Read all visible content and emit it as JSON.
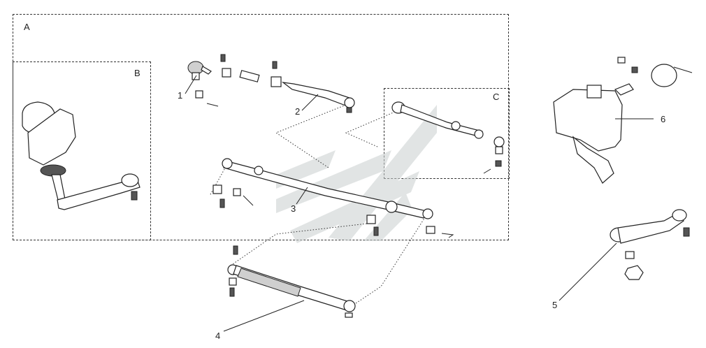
{
  "callouts": {
    "group_a": "A",
    "group_b": "B",
    "group_c": "C",
    "part_1": "1",
    "part_2": "2",
    "part_3": "3",
    "part_4": "4",
    "part_5": "5",
    "part_6": "6"
  },
  "icons": {
    "watermark": "watermark-logo-icon"
  },
  "colors": {
    "line": "#222222",
    "watermark": "#c9cfcf"
  }
}
